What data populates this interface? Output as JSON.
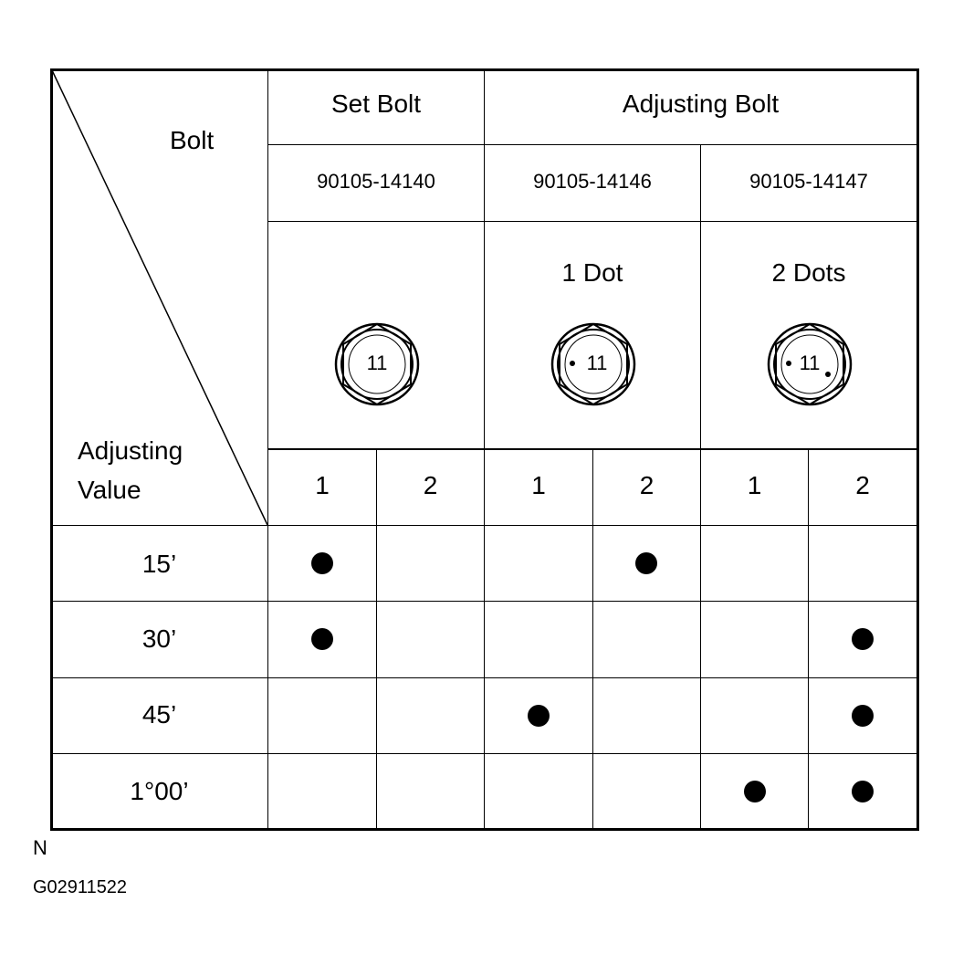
{
  "header": {
    "bolt_label": "Bolt",
    "adjusting_value_label_line1": "Adjusting",
    "adjusting_value_label_line2": "Value",
    "set_bolt": "Set Bolt",
    "adjusting_bolt": "Adjusting Bolt",
    "part_numbers": [
      "90105-14140",
      "90105-14146",
      "90105-14147"
    ],
    "marks": [
      "",
      "1 Dot",
      "2 Dots"
    ],
    "bolt_head_number": "11",
    "column_numbers": [
      "1",
      "2",
      "1",
      "2",
      "1",
      "2"
    ]
  },
  "rows": [
    {
      "value": "15’",
      "dots": [
        true,
        false,
        false,
        true,
        false,
        false
      ]
    },
    {
      "value": "30’",
      "dots": [
        true,
        false,
        false,
        false,
        false,
        true
      ]
    },
    {
      "value": "45’",
      "dots": [
        false,
        false,
        true,
        false,
        false,
        true
      ]
    },
    {
      "value": "1°00’",
      "dots": [
        false,
        false,
        false,
        false,
        true,
        true
      ]
    }
  ],
  "footer": {
    "north_label": "N",
    "figure_id": "G02911522"
  }
}
